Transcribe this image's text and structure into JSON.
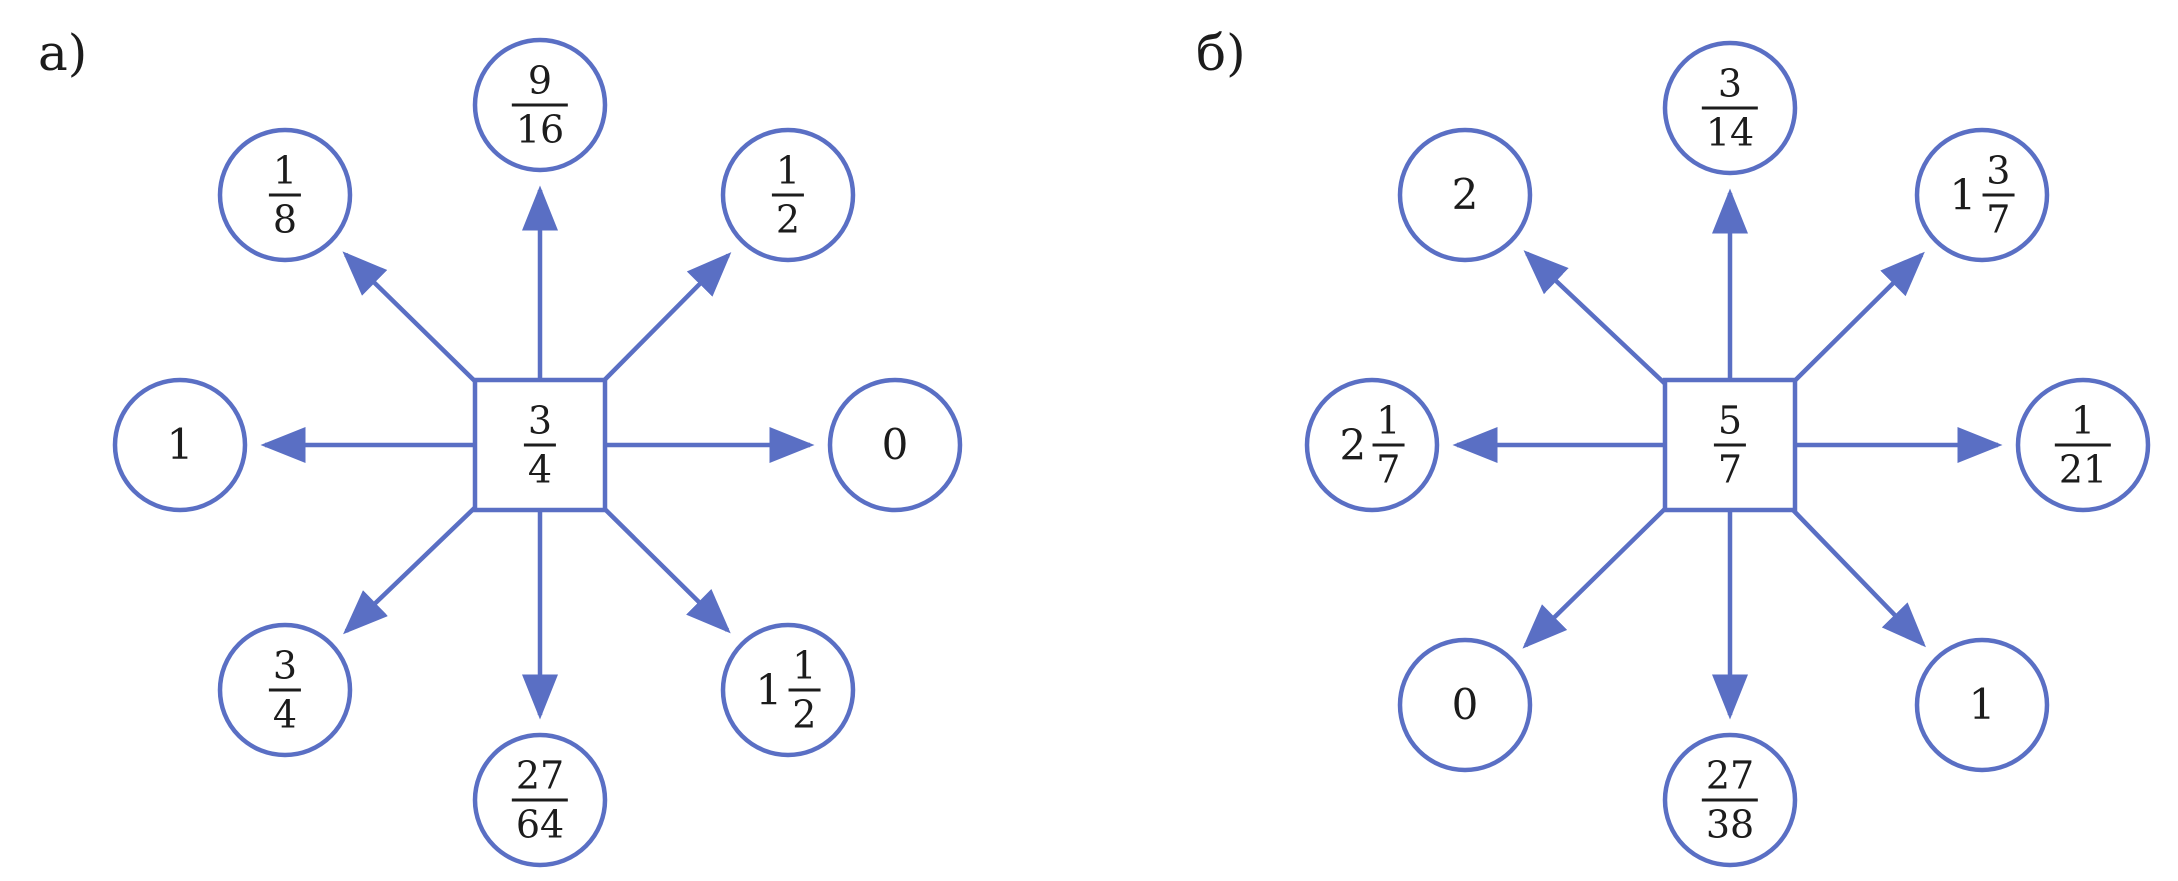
{
  "panels": [
    {
      "label": "а)",
      "center": {
        "num": "3",
        "den": "4"
      },
      "nodes": [
        {
          "dir": "N",
          "num": "9",
          "den": "16"
        },
        {
          "dir": "NE",
          "num": "1",
          "den": "2"
        },
        {
          "dir": "E",
          "whole": "0"
        },
        {
          "dir": "SE",
          "whole": "1",
          "num": "1",
          "den": "2"
        },
        {
          "dir": "S",
          "num": "27",
          "den": "64"
        },
        {
          "dir": "SW",
          "num": "3",
          "den": "4"
        },
        {
          "dir": "W",
          "whole": "1"
        },
        {
          "dir": "NW",
          "num": "1",
          "den": "8"
        }
      ]
    },
    {
      "label": "б)",
      "center": {
        "num": "5",
        "den": "7"
      },
      "nodes": [
        {
          "dir": "N",
          "num": "3",
          "den": "14"
        },
        {
          "dir": "NE",
          "whole": "1",
          "num": "3",
          "den": "7"
        },
        {
          "dir": "E",
          "num": "1",
          "den": "21"
        },
        {
          "dir": "SE",
          "whole": "1"
        },
        {
          "dir": "S",
          "num": "27",
          "den": "38"
        },
        {
          "dir": "SW",
          "whole": "0"
        },
        {
          "dir": "W",
          "whole": "2",
          "num": "1",
          "den": "7"
        },
        {
          "dir": "NW",
          "whole": "2"
        }
      ]
    }
  ],
  "colors": {
    "stroke": "#5a6fc4",
    "text": "#1c1c1c"
  }
}
